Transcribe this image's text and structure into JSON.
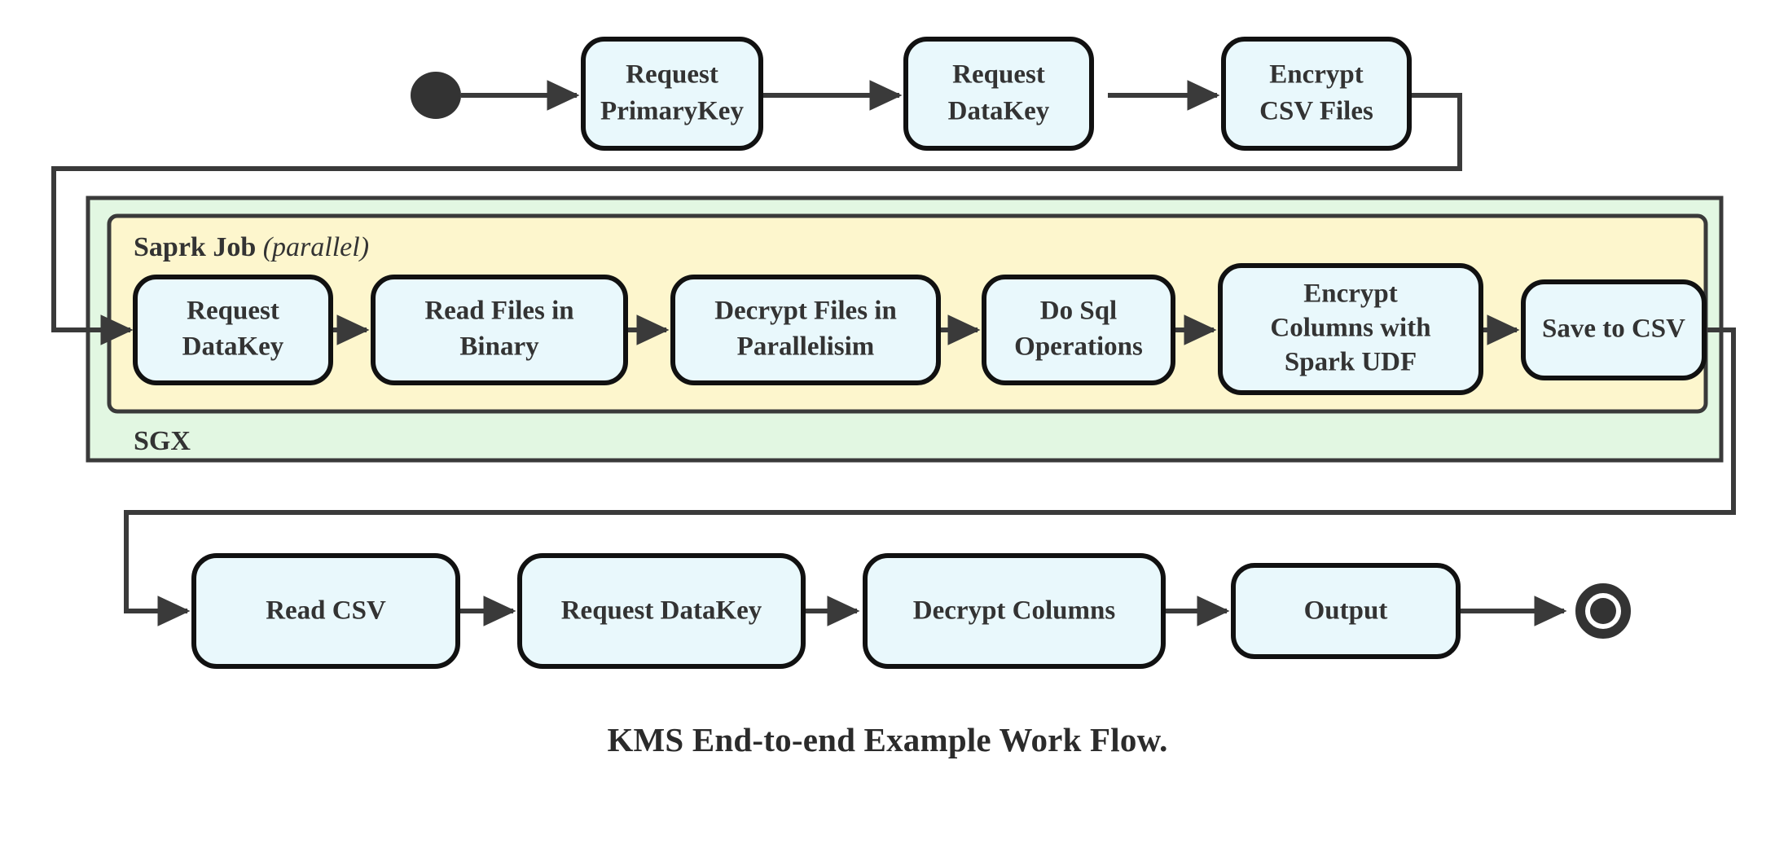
{
  "diagram": {
    "title": "KMS End-to-end Example Work Flow.",
    "colors": {
      "node_fill": "#e9f8fc",
      "node_stroke": "#111111",
      "sgx_container_fill": "#e2f7e2",
      "spark_container_fill": "#fdf6cd",
      "container_stroke": "#3a3a3a",
      "edge_stroke": "#3a3a3a",
      "terminal": "#333333",
      "text": "#333333",
      "background": "#ffffff"
    },
    "containers": {
      "sgx": {
        "label": "SGX"
      },
      "spark": {
        "label_bold": "Saprk Job",
        "label_italic": "(parallel)"
      }
    },
    "terminals": {
      "start": {
        "name": "start-node"
      },
      "end": {
        "name": "end-node"
      }
    },
    "rows": {
      "top": [
        {
          "id": "request-primarykey",
          "lines": [
            "Request",
            "PrimaryKey"
          ]
        },
        {
          "id": "request-datakey-top",
          "lines": [
            "Request",
            "DataKey"
          ]
        },
        {
          "id": "encrypt-csv-files",
          "lines": [
            "Encrypt",
            "CSV Files"
          ]
        }
      ],
      "spark": [
        {
          "id": "request-datakey-spark",
          "lines": [
            "Request",
            "DataKey"
          ]
        },
        {
          "id": "read-files-in-binary",
          "lines": [
            "Read Files in",
            "Binary"
          ]
        },
        {
          "id": "decrypt-files-in-parallelisim",
          "lines": [
            "Decrypt Files in",
            "Parallelisim"
          ]
        },
        {
          "id": "do-sql-operations",
          "lines": [
            "Do Sql",
            "Operations"
          ]
        },
        {
          "id": "encrypt-columns-with-spark-udf",
          "lines": [
            "Encrypt",
            "Columns with",
            "Spark UDF"
          ]
        },
        {
          "id": "save-to-csv",
          "lines": [
            "Save to CSV"
          ]
        }
      ],
      "bottom": [
        {
          "id": "read-csv",
          "lines": [
            "Read CSV"
          ]
        },
        {
          "id": "request-datakey-bottom",
          "lines": [
            "Request DataKey"
          ]
        },
        {
          "id": "decrypt-columns",
          "lines": [
            "Decrypt Columns"
          ]
        },
        {
          "id": "output",
          "lines": [
            "Output"
          ]
        }
      ]
    }
  },
  "chart_data": {
    "type": "diagram",
    "title": "KMS End-to-end Example Work Flow.",
    "nodes": [
      "start",
      "Request PrimaryKey",
      "Request DataKey",
      "Encrypt CSV Files",
      "Request DataKey",
      "Read Files in Binary",
      "Decrypt Files in Parallelisim",
      "Do Sql Operations",
      "Encrypt Columns with Spark UDF",
      "Save to CSV",
      "Read CSV",
      "Request DataKey",
      "Decrypt Columns",
      "Output",
      "end"
    ],
    "edges": [
      [
        "start",
        "Request PrimaryKey"
      ],
      [
        "Request PrimaryKey",
        "Request DataKey"
      ],
      [
        "Request DataKey",
        "Encrypt CSV Files"
      ],
      [
        "Encrypt CSV Files",
        "Request DataKey (Saprk Job)"
      ],
      [
        "Request DataKey (Saprk Job)",
        "Read Files in Binary"
      ],
      [
        "Read Files in Binary",
        "Decrypt Files in Parallelisim"
      ],
      [
        "Decrypt Files in Parallelisim",
        "Do Sql Operations"
      ],
      [
        "Do Sql Operations",
        "Encrypt Columns with Spark UDF"
      ],
      [
        "Encrypt Columns with Spark UDF",
        "Save to CSV"
      ],
      [
        "Save to CSV",
        "Read CSV"
      ],
      [
        "Read CSV",
        "Request DataKey (bottom)"
      ],
      [
        "Request DataKey (bottom)",
        "Decrypt Columns"
      ],
      [
        "Decrypt Columns",
        "Output"
      ],
      [
        "Output",
        "end"
      ]
    ],
    "groups": [
      {
        "label": "SGX",
        "contains": [
          "Saprk Job (parallel)"
        ]
      },
      {
        "label": "Saprk Job (parallel)",
        "contains": [
          "Request DataKey",
          "Read Files in Binary",
          "Decrypt Files in Parallelisim",
          "Do Sql Operations",
          "Encrypt Columns with Spark UDF",
          "Save to CSV"
        ]
      }
    ]
  }
}
